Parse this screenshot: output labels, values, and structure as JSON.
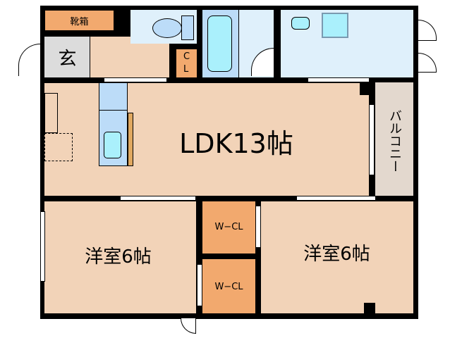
{
  "rooms": {
    "shoe_box": "靴箱",
    "entrance": "玄",
    "closet": "C\nL",
    "ldk": "LDK13帖",
    "balcony": "バルコニー",
    "western_room_left": "洋室6帖",
    "western_room_right": "洋室6帖",
    "walk_in_closet_top": "W−CL",
    "walk_in_closet_bottom": "W−CL"
  },
  "colors": {
    "wall": "#000000",
    "living": "#f2d3b8",
    "wet_area": "#dff0fb",
    "storage": "#f2a96e",
    "entrance": "#dcdcdc",
    "balcony": "#e3d8ce",
    "fixture": "#bcdcf8",
    "water": "#aaf0fc"
  }
}
